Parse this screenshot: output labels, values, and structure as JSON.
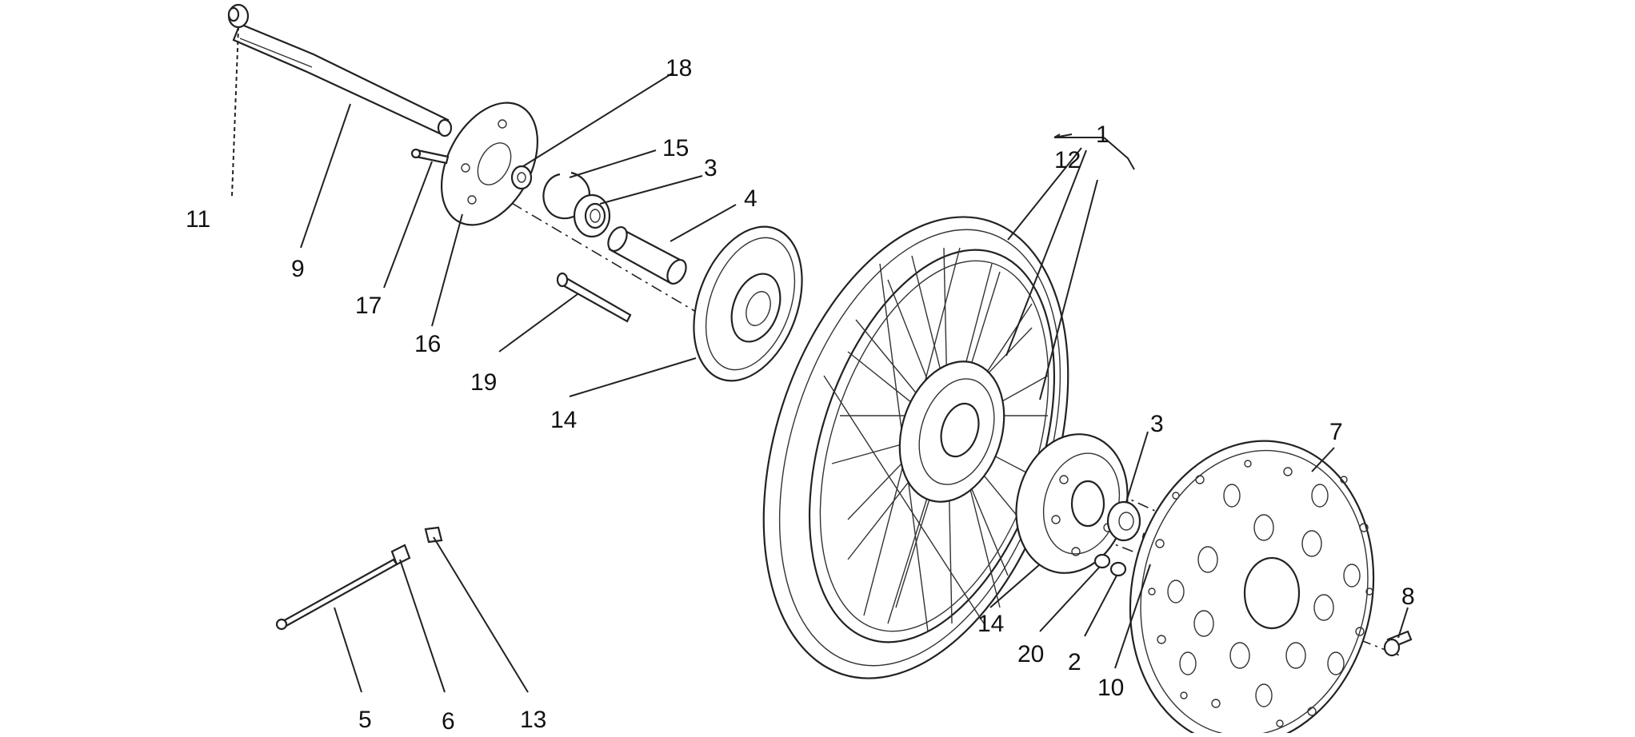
{
  "diagram": {
    "labels": [
      {
        "id": "lbl-1",
        "text": "1"
      },
      {
        "id": "lbl-12",
        "text": "12"
      },
      {
        "id": "lbl-18",
        "text": "18"
      },
      {
        "id": "lbl-15",
        "text": "15"
      },
      {
        "id": "lbl-3a",
        "text": "3"
      },
      {
        "id": "lbl-4",
        "text": "4"
      },
      {
        "id": "lbl-11",
        "text": "11"
      },
      {
        "id": "lbl-9",
        "text": "9"
      },
      {
        "id": "lbl-17",
        "text": "17"
      },
      {
        "id": "lbl-16",
        "text": "16"
      },
      {
        "id": "lbl-19",
        "text": "19"
      },
      {
        "id": "lbl-14a",
        "text": "14"
      },
      {
        "id": "lbl-3b",
        "text": "3"
      },
      {
        "id": "lbl-7",
        "text": "7"
      },
      {
        "id": "lbl-14b",
        "text": "14"
      },
      {
        "id": "lbl-20",
        "text": "20"
      },
      {
        "id": "lbl-2",
        "text": "2"
      },
      {
        "id": "lbl-10",
        "text": "10"
      },
      {
        "id": "lbl-8",
        "text": "8"
      },
      {
        "id": "lbl-5",
        "text": "5"
      },
      {
        "id": "lbl-6",
        "text": "6"
      },
      {
        "id": "lbl-13",
        "text": "13"
      }
    ]
  }
}
